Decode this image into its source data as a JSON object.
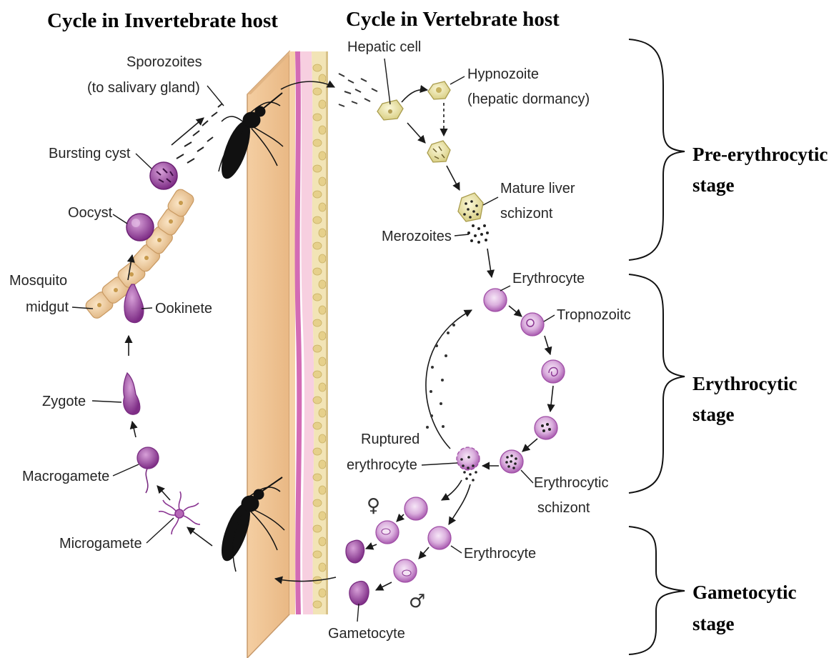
{
  "headings": {
    "invertebrate": "Cycle in Invertebrate host",
    "vertebrate": "Cycle in Vertebrate host"
  },
  "labels": {
    "sporozoites_1": "Sporozoites",
    "sporozoites_2": "(to salivary gland)",
    "bursting_cyst": "Bursting cyst",
    "oocyst": "Oocyst",
    "mosquito_midgut_1": "Mosquito",
    "mosquito_midgut_2": "midgut",
    "ookinete": "Ookinete",
    "zygote": "Zygote",
    "macrogamete": "Macrogamete",
    "microgamete": "Microgamete",
    "hepatic_cell": "Hepatic cell",
    "hypnozoite_1": "Hypnozoite",
    "hypnozoite_2": "(hepatic dormancy)",
    "mature_liver_1": "Mature liver",
    "mature_liver_2": "schizont",
    "merozoites": "Merozoites",
    "erythrocyte_top": "Erythrocyte",
    "tropnozoite": "Tropnozoitс",
    "ruptured_1": "Ruptured",
    "ruptured_2": "erythrocyte",
    "eschizont_1": "Erythrocytic",
    "eschizont_2": "schizont",
    "erythrocyte_bottom": "Erythrocyte",
    "gametocyte": "Gametocyte",
    "female_symbol": "♀",
    "male_symbol": "♂"
  },
  "stages": {
    "pre_1": "Pre-erythrocytic",
    "pre_2": "stage",
    "ery_1": "Erythrocytic",
    "ery_2": "stage",
    "gam_1": "Gametocytic",
    "gam_2": "stage"
  },
  "colors": {
    "skin": "#f3c99a",
    "skin_dark": "#dcae7c",
    "dermis_pink": "#f7cfe0",
    "vessel_magenta": "#d36bb5",
    "fat_yellow": "#eedfa2",
    "parasite_purple": "#9a3d9e",
    "parasite_light": "#c77fc6",
    "erythrocyte_fill": "#d7a8da",
    "hepatic_fill": "#f1ebb3",
    "midgut_fill": "#f6d7aa"
  }
}
